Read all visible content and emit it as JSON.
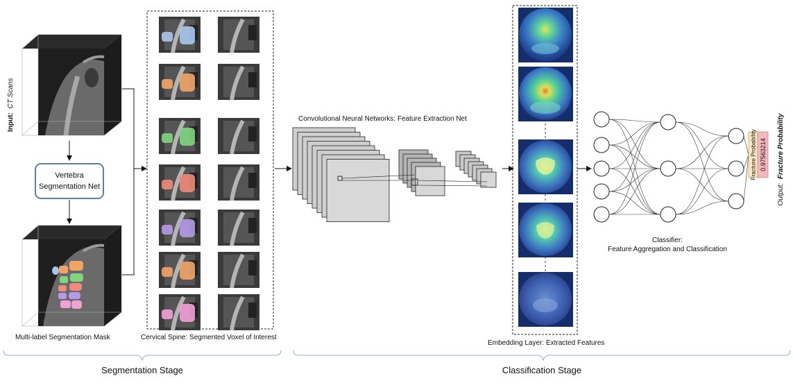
{
  "input": {
    "prefix": "Input:",
    "value": "CT Scans"
  },
  "segmentation_net": {
    "line1": "Vertebra",
    "line2": "Segmentation Net"
  },
  "mask_caption": "Multi-label Segmentation Mask",
  "voi_caption": "Cervical Spine: Segmented Voxel of Interest",
  "cnn_caption": "Convolutional Neural Networks: Feature Extraction Net",
  "embedding_caption": "Embedding Layer: Extracted Features",
  "classifier": {
    "line1": "Classifier:",
    "line2": "Feature Aggregation and Classification"
  },
  "fracture_box": {
    "label": "Fracture Probability",
    "value": "0.97563214"
  },
  "output": {
    "prefix": "Output:",
    "value": "Fracture Probability"
  },
  "stages": {
    "segmentation": "Segmentation Stage",
    "classification": "Classification Stage"
  },
  "mask_colors": [
    "#a9c6ec",
    "#f2a467",
    "#7fd67f",
    "#f08a7a",
    "#b59ae8",
    "#f2a467",
    "#f2a1d6"
  ],
  "colors": {
    "net_box_border": "#5b7fa6",
    "fracture_label_bg": "#fde7c2",
    "fracture_value_bg": "#f6b6bb",
    "stage_brace": "#8fb3cf"
  }
}
